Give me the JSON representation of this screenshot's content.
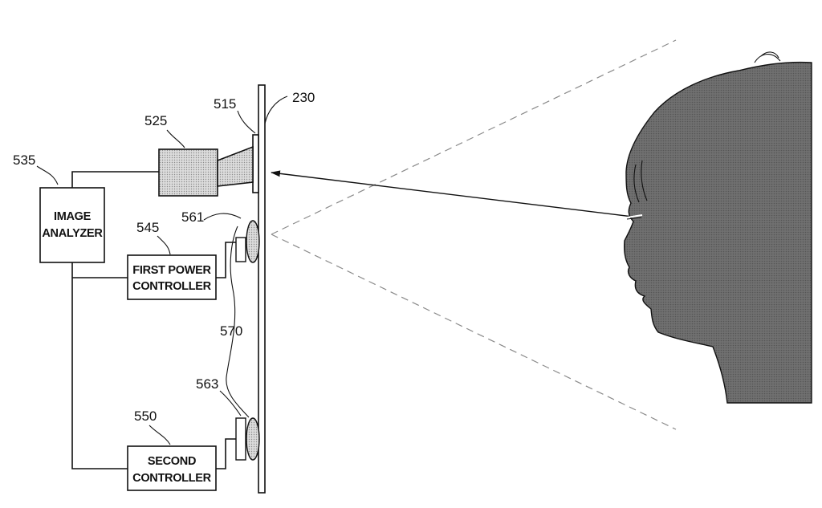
{
  "references": {
    "display": "230",
    "camera_mount": "515",
    "camera": "525",
    "image_analyzer": "535",
    "first_power_controller": "545",
    "second_controller": "550",
    "first_light": "561",
    "second_light": "563",
    "light_group": "570"
  },
  "blocks": {
    "image_analyzer": [
      "IMAGE",
      "ANALYZER"
    ],
    "first_power_controller": [
      "FIRST POWER",
      "CONTROLLER"
    ],
    "second_controller": [
      "SECOND",
      "CONTROLLER"
    ]
  },
  "colors": {
    "line": "#111111",
    "camera_fill": "#c8c8c8",
    "head_fill": "#6f6f6f",
    "fov_dash": "#8a8a8a"
  }
}
